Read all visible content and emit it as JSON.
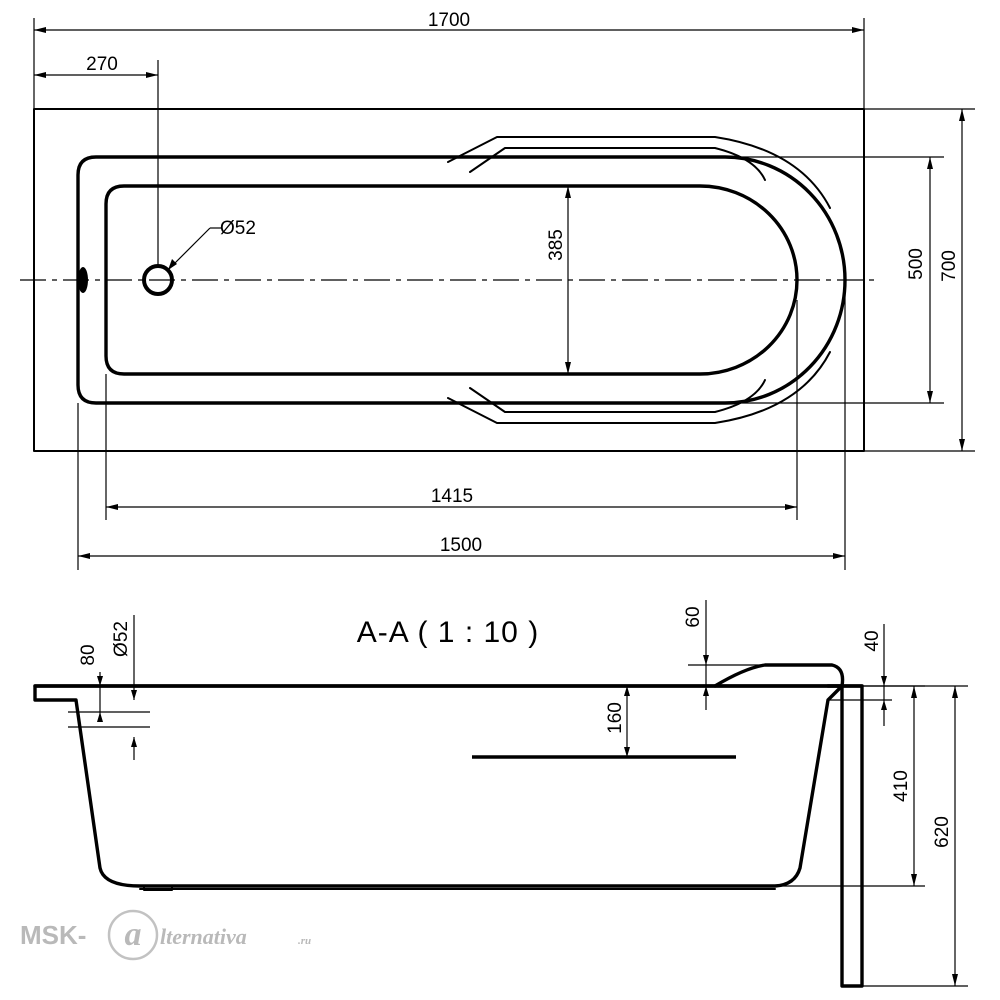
{
  "plan": {
    "overall_length": "1700",
    "drain_offset": "270",
    "drain_diameter": "Ø52",
    "inner_width": "385",
    "bowl_width": "500",
    "overall_width": "700",
    "inner_length": "1415",
    "bowl_length": "1500"
  },
  "section": {
    "title": "A-A  ( 1 : 10 )",
    "overflow_height": "80",
    "overflow_diameter": "Ø52",
    "armrest_height": "60",
    "rim_height": "40",
    "armrest_drop": "160",
    "depth": "410",
    "total_height": "620"
  },
  "watermark": {
    "prefix": "MSK-",
    "logo_letter": "a",
    "suffix": "lternativa",
    "domain": ".ru"
  }
}
